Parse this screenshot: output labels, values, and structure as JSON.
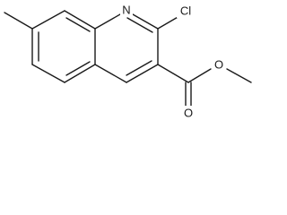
{
  "molecule": {
    "atoms": {
      "nitrogen": "N",
      "chlorine": "Cl",
      "carbonyl_oxygen": "O",
      "ester_oxygen": "O"
    },
    "colors": {
      "bond": "#1a1a1a",
      "background": "#ffffff"
    }
  }
}
